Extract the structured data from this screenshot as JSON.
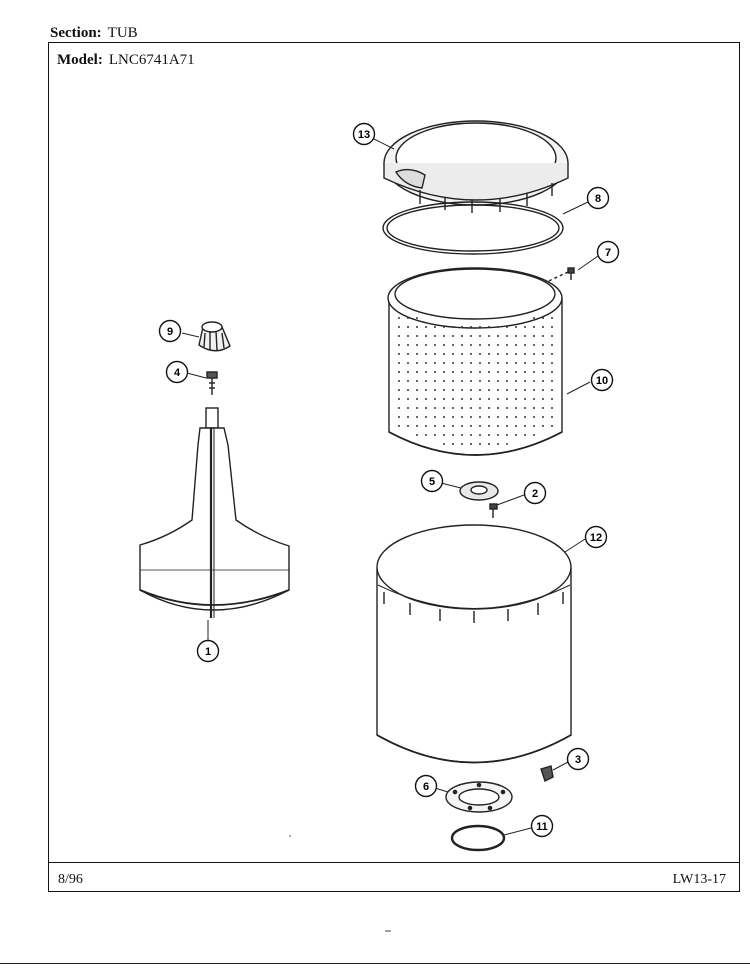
{
  "header": {
    "section_label": "Section:",
    "section_value": "TUB",
    "model_label": "Model:",
    "model_value": "LNC6741A71"
  },
  "footer": {
    "date": "8/96",
    "code": "LW13-17"
  },
  "callouts": [
    "1",
    "2",
    "3",
    "4",
    "5",
    "6",
    "7",
    "8",
    "9",
    "10",
    "11",
    "12",
    "13"
  ]
}
